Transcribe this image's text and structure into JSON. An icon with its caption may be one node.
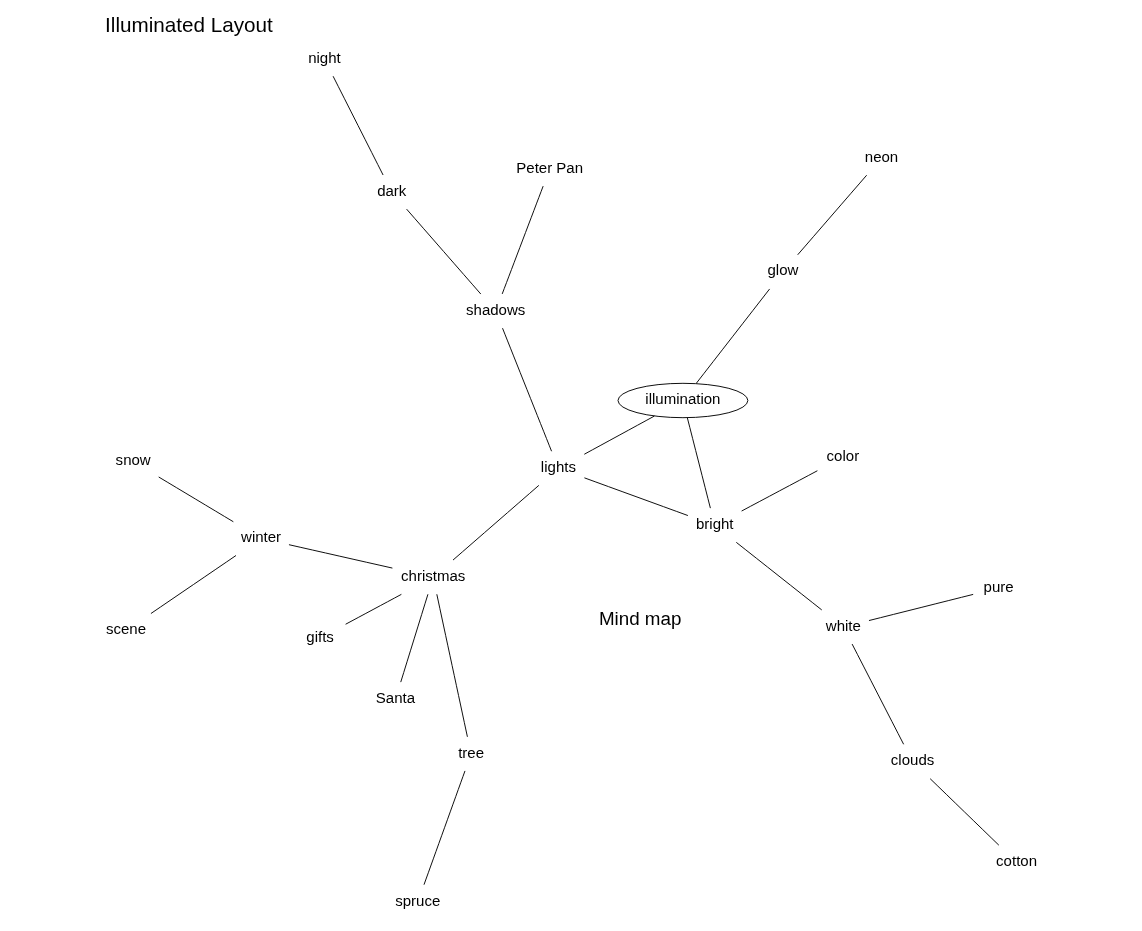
{
  "diagram": {
    "title": "Illuminated Layout",
    "nodes": [
      {
        "text": [
          "scene"
        ]
      },
      {
        "text": [
          "snow"
        ]
      },
      {
        "text": [
          "cotton"
        ]
      },
      {
        "text": [
          "winter"
        ]
      },
      {
        "text": [
          "spruce"
        ]
      },
      {
        "text": [
          "clouds"
        ]
      },
      {
        "text": [
          "Santa"
        ]
      },
      {
        "text": [
          "tree"
        ]
      },
      {
        "text": [
          "white"
        ]
      },
      {
        "text": [
          "pure"
        ]
      },
      {
        "text": [
          "christmas"
        ]
      },
      {
        "text": [
          "gifts"
        ]
      },
      {
        "text": [
          "color"
        ]
      },
      {
        "text": [
          "bright"
        ]
      },
      {
        "text": [
          "lights"
        ]
      },
      {
        "text": [
          "illumination"
        ]
      },
      {
        "text": [
          "shadows"
        ]
      },
      {
        "text": [
          "glow"
        ]
      },
      {
        "text": [
          "dark"
        ]
      },
      {
        "text": [
          "Peter Pan"
        ]
      },
      {
        "text": [
          "neon"
        ]
      },
      {
        "text": [
          "night"
        ]
      }
    ],
    "edges": [
      {
        "from": 15,
        "to": 13,
        "arrow": "none"
      },
      {
        "from": 15,
        "to": 14,
        "arrow": "none"
      },
      {
        "from": 15,
        "to": 17,
        "arrow": "none"
      },
      {
        "from": 17,
        "to": 20,
        "arrow": "none"
      },
      {
        "from": 13,
        "to": 14,
        "arrow": "none"
      },
      {
        "from": 13,
        "to": 8,
        "arrow": "none"
      },
      {
        "from": 13,
        "to": 12,
        "arrow": "none"
      },
      {
        "from": 8,
        "to": 9,
        "arrow": "none"
      },
      {
        "from": 8,
        "to": 5,
        "arrow": "none"
      },
      {
        "from": 5,
        "to": 2,
        "arrow": "none"
      },
      {
        "from": 14,
        "to": 10,
        "arrow": "none"
      },
      {
        "from": 14,
        "to": 16,
        "arrow": "none"
      },
      {
        "from": 10,
        "to": 6,
        "arrow": "none"
      },
      {
        "from": 10,
        "to": 3,
        "arrow": "none"
      },
      {
        "from": 10,
        "to": 7,
        "arrow": "none"
      },
      {
        "from": 10,
        "to": 11,
        "arrow": "none"
      },
      {
        "from": 7,
        "to": 4,
        "arrow": "none"
      },
      {
        "from": 3,
        "to": 1,
        "arrow": "none"
      },
      {
        "from": 3,
        "to": 0,
        "arrow": "none"
      },
      {
        "from": 16,
        "to": 18,
        "arrow": "none"
      },
      {
        "from": 16,
        "to": 19,
        "arrow": "none"
      },
      {
        "from": 18,
        "to": 21,
        "arrow": "none"
      }
    ],
    "labels": [
      "Mind map"
    ]
  }
}
